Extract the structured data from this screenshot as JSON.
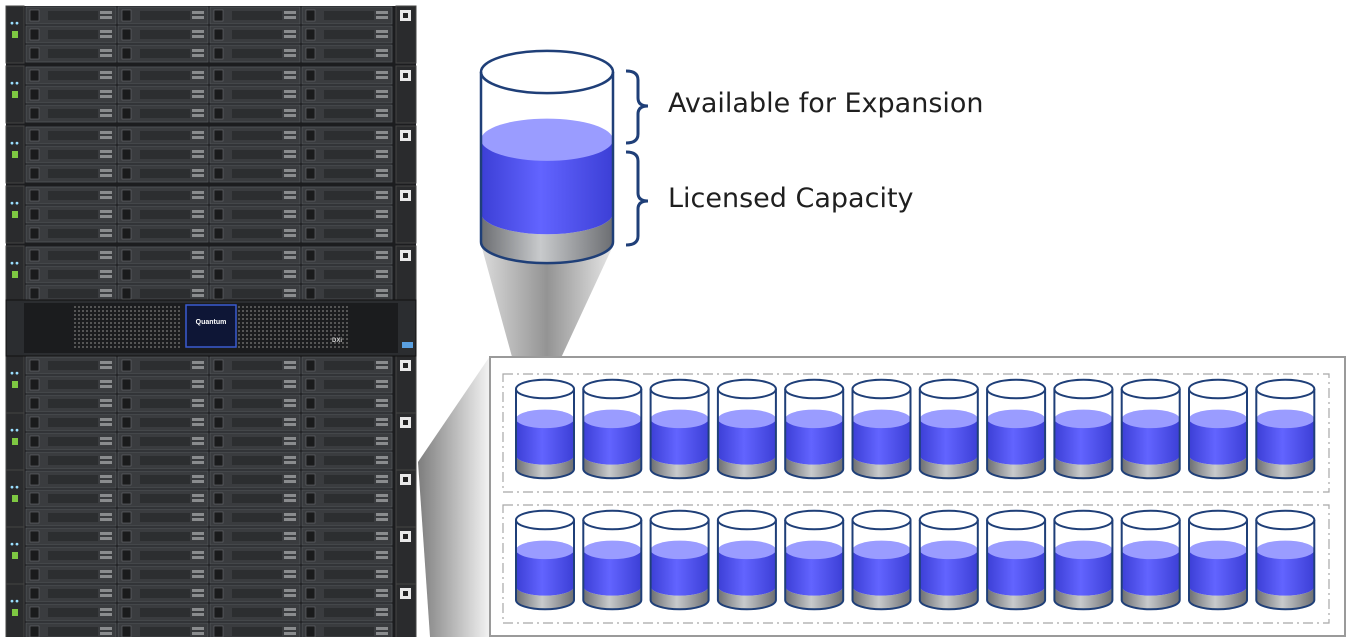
{
  "labels": {
    "available": "Available for Expansion",
    "licensed": "Licensed Capacity"
  },
  "rack": {
    "controller_brand": "Quantum",
    "controller_model": "DXi"
  },
  "colors": {
    "fill_top": "#9a9cff",
    "fill_mid": "#5b5dff",
    "fill_dark": "#3c3fd6",
    "base_gray": "#8a8c90",
    "outline": "#1f3f78",
    "rack_dark": "#2b2d30"
  },
  "disk_grid": {
    "rows": 2,
    "columns": 12,
    "licensed_fraction": 0.55
  }
}
